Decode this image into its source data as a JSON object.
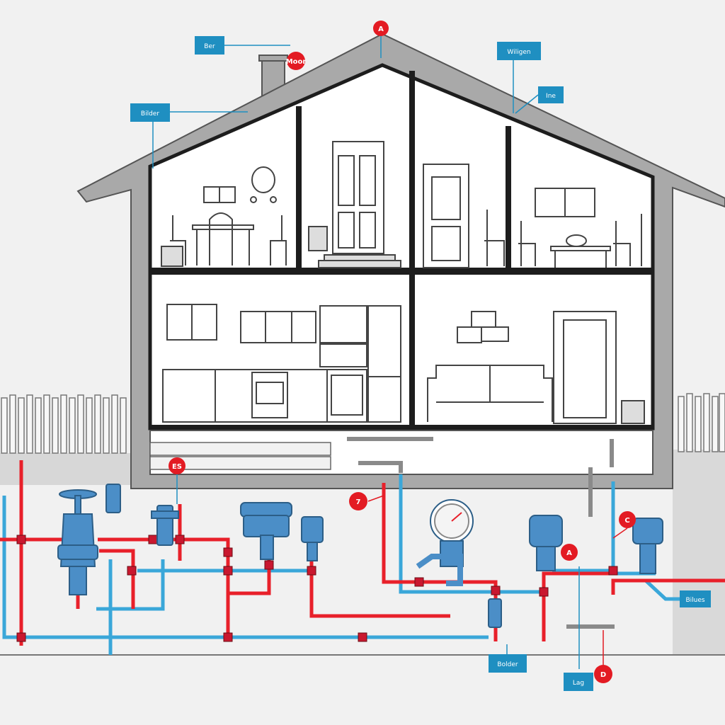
{
  "colors": {
    "background": "#f1f1f1",
    "wall": "#a9a9a9",
    "frame": "#1d1d1d",
    "hot_pipe": "#e8202a",
    "cold_pipe": "#3aa7d9",
    "label_box": "#1f8fc1",
    "marker": "#e31b23",
    "ground": "#cfcfcf"
  },
  "labels": [
    {
      "id": "roof-left",
      "text": "Ber"
    },
    {
      "id": "wall-left",
      "text": "Bilder"
    },
    {
      "id": "upper-right",
      "text": "Wiligen"
    },
    {
      "id": "roof-right",
      "text": "Ine"
    },
    {
      "id": "right-pipe",
      "text": "Bilues"
    },
    {
      "id": "bottom-center",
      "text": "Bolder"
    },
    {
      "id": "bottom-right",
      "text": "Lag"
    }
  ],
  "markers": [
    {
      "id": "peak",
      "text": "A"
    },
    {
      "id": "chimney",
      "text": "Moor"
    },
    {
      "id": "left-valve",
      "text": "ES"
    },
    {
      "id": "center-riser",
      "text": "7"
    },
    {
      "id": "right-lower",
      "text": "A"
    },
    {
      "id": "right-upper",
      "text": "C"
    },
    {
      "id": "bottom",
      "text": "D"
    }
  ],
  "icons": [
    "gate-valve-icon",
    "pressure-gauge-icon",
    "water-heater-tank-icon",
    "water-meter-icon",
    "door-icon",
    "sofa-icon",
    "chair-icon",
    "table-icon",
    "mirror-icon",
    "picture-frame-icon",
    "plant-pot-icon",
    "fridge-icon",
    "stove-icon",
    "fence-icon"
  ]
}
